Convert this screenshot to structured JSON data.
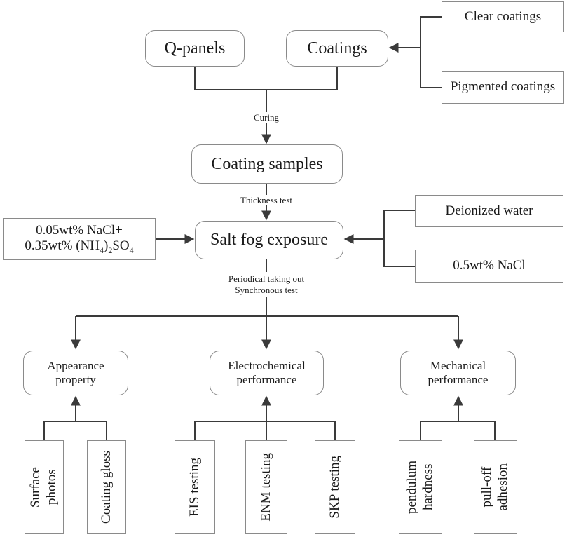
{
  "nodes": {
    "q_panels": "Q-panels",
    "coatings": "Coatings",
    "clear_coatings": "Clear coatings",
    "pigmented_coatings": "Pigmented coatings",
    "coating_samples": "Coating samples",
    "salt_fog_exposure": "Salt fog exposure",
    "nacl_mix_line1": "0.05wt% NaCl+",
    "nacl_mix_line2_a": "0.35wt% (NH",
    "nacl_mix_sub1": "4",
    "nacl_mix_line2_b": ")",
    "nacl_mix_sub2": "2",
    "nacl_mix_line2_c": "SO",
    "nacl_mix_sub3": "4",
    "deionized_water": "Deionized water",
    "nacl_05": "0.5wt% NaCl",
    "appearance_line1": "Appearance",
    "appearance_line2": "property",
    "electrochemical_line1": "Electrochemical",
    "electrochemical_line2": "performance",
    "mechanical_line1": "Mechanical",
    "mechanical_line2": "performance",
    "surface_photos_line1": "Surface",
    "surface_photos_line2": "photos",
    "coating_gloss": "Coating gloss",
    "eis_testing": "EIS testing",
    "enm_testing": "ENM testing",
    "skp_testing": "SKP testing",
    "pendulum_line1": "pendulum",
    "pendulum_line2": "hardness",
    "pulloff_line1": "pull-off",
    "pulloff_line2": "adhesion"
  },
  "edge_labels": {
    "curing": "Curing",
    "thickness_test": "Thickness test",
    "periodical_line1": "Periodical taking out",
    "periodical_line2": "Synchronous test"
  },
  "colors": {
    "line": "#3a3a3a",
    "border": "#8a8a8a"
  }
}
